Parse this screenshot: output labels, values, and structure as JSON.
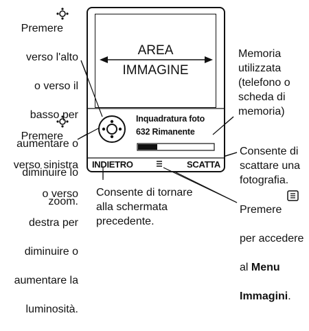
{
  "viewfinder": {
    "label_line1": "AREA",
    "label_line2": "IMMAGINE"
  },
  "status": {
    "line1": "Inquadratura foto",
    "line2": "632 Rimanente",
    "memory_fill": 0.25
  },
  "softkeys": {
    "left": "INDIETRO",
    "right": "SCATTA",
    "menu_icon": "menu-icon"
  },
  "callouts": {
    "zoom_line1": "Premere",
    "zoom_line2": "verso l'alto",
    "zoom_line3": "o verso il",
    "zoom_line4": "basso per",
    "zoom_line5": "aumentare o",
    "zoom_line6": "diminuire lo",
    "zoom_line7": "zoom.",
    "brightness_line1": "Premere",
    "brightness_line2": "verso sinistra",
    "brightness_line3": "o verso",
    "brightness_line4": "destra per",
    "brightness_line5": "diminuire o",
    "brightness_line6": "aumentare la",
    "brightness_line7": "luminosità.",
    "memory": "Memoria\nutilizzata\n(telefono o\nscheda di\nmemoria)",
    "shoot": "Consente di\nscattare una\nfotografia.",
    "back": "Consente di tornare\nalla schermata\nprecedente.",
    "menu_line1": "Premere",
    "menu_line2": "per accedere",
    "menu_line3": "al",
    "menu_bold_1": "Menu",
    "menu_bold_2": "Immagini",
    "menu_period": "."
  },
  "icons": {
    "nav_key": "nav-key-icon",
    "menu_key": "menu-key-icon"
  }
}
